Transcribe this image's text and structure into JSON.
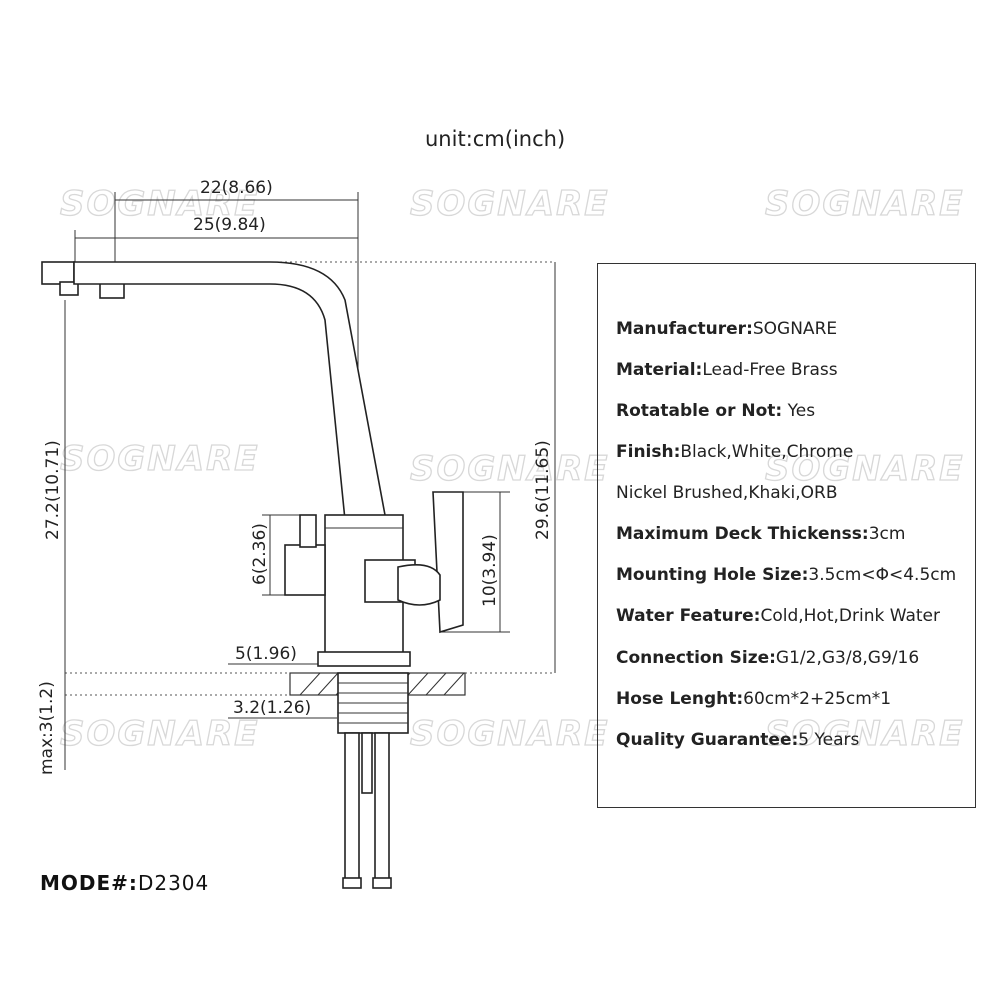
{
  "watermark": "SOGNARE",
  "unit_label": "unit:cm(inch)",
  "dimensions": {
    "spout_reach": "22(8.66)",
    "total_length": "25(9.84)",
    "spout_height": "27.2(10.71)",
    "total_height": "29.6(11.65)",
    "drink_handle_height": "6(2.36)",
    "handle_height": "10(3.94)",
    "base_diameter": "5(1.96)",
    "shank_diameter": "3.2(1.26)",
    "deck_thickness": "max:3(1.2)"
  },
  "specs": [
    {
      "label": "Manufacturer:",
      "value": "SOGNARE"
    },
    {
      "label": "Material:",
      "value": "Lead-Free Brass"
    },
    {
      "label": "Rotatable or Not:",
      "value": " Yes"
    },
    {
      "label": "Finish:",
      "value": "Black,White,Chrome"
    },
    {
      "label": "",
      "value": "Nickel Brushed,Khaki,ORB"
    },
    {
      "label": "Maximum Deck Thickenss:",
      "value": "3cm"
    },
    {
      "label": "Mounting Hole Size:",
      "value": "3.5cm<Φ<4.5cm"
    },
    {
      "label": "Water Feature:",
      "value": "Cold,Hot,Drink Water"
    },
    {
      "label": "Connection Size:",
      "value": "G1/2,G3/8,G9/16"
    },
    {
      "label": "Hose Lenght:",
      "value": "60cm*2+25cm*1"
    },
    {
      "label": "Quality Guarantee:",
      "value": "5 Years"
    }
  ],
  "model": {
    "label": "MODE#:",
    "value": "D2304"
  }
}
